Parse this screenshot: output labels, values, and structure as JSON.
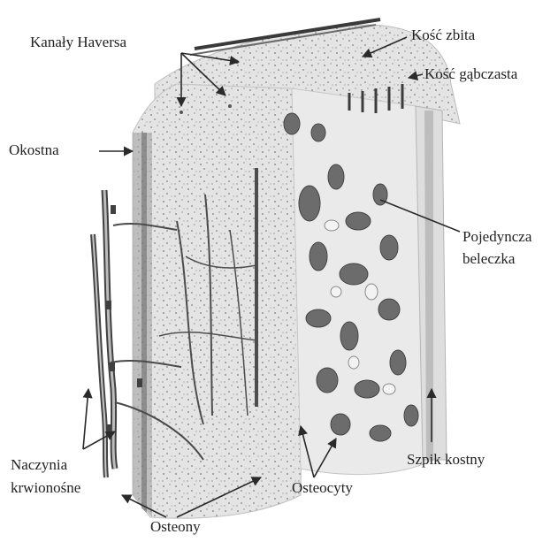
{
  "labels": {
    "kanaly_haversa": "Kanały Haversa",
    "kosc_zbita": "Kość zbita",
    "kosc_gabczasta": "Kość gąbczasta",
    "okostna": "Okostna",
    "pojedyncza": "Pojedyncza",
    "beleczka": "beleczka",
    "naczynia": "Naczynia",
    "krwionosne": "krwionośne",
    "szpik_kostny": "Szpik kostny",
    "osteocyty": "Osteocyty",
    "osteony": "Osteony"
  },
  "colors": {
    "ink": "#2a2a2a",
    "bone_light": "#e6e6e6",
    "bone_mid": "#cfcfcf",
    "bone_dark": "#8d8d8d",
    "vessel": "#4a4a4a"
  }
}
